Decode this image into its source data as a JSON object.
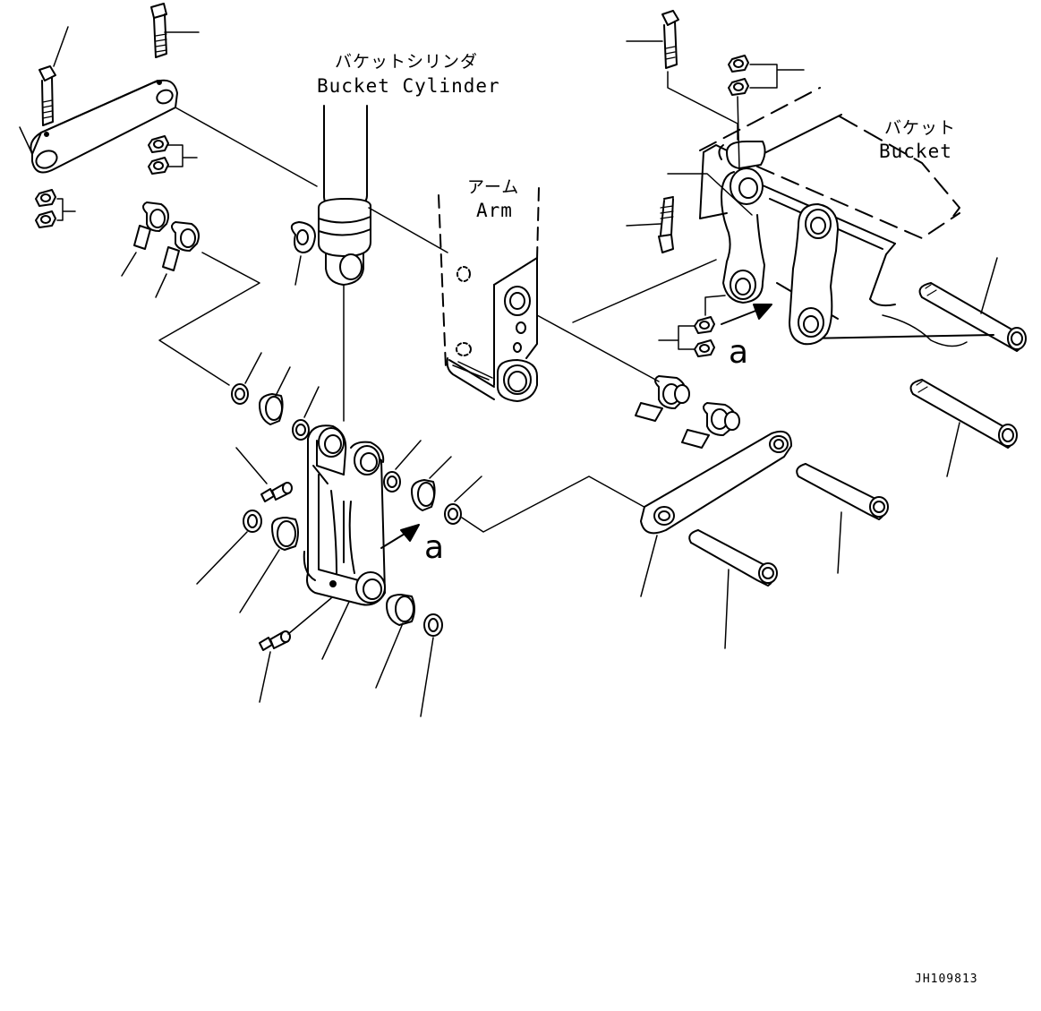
{
  "labels": {
    "bucket_cylinder_jp": "バケットシリンダ",
    "bucket_cylinder_en": "Bucket Cylinder",
    "arm_jp": "アーム",
    "arm_en": "Arm",
    "bucket_jp": "バケット",
    "bucket_en": "Bucket",
    "detail_a_left": "a",
    "detail_a_right": "a",
    "drawing_code": "JH109813"
  },
  "colors": {
    "line": "#000000",
    "background": "#ffffff"
  }
}
